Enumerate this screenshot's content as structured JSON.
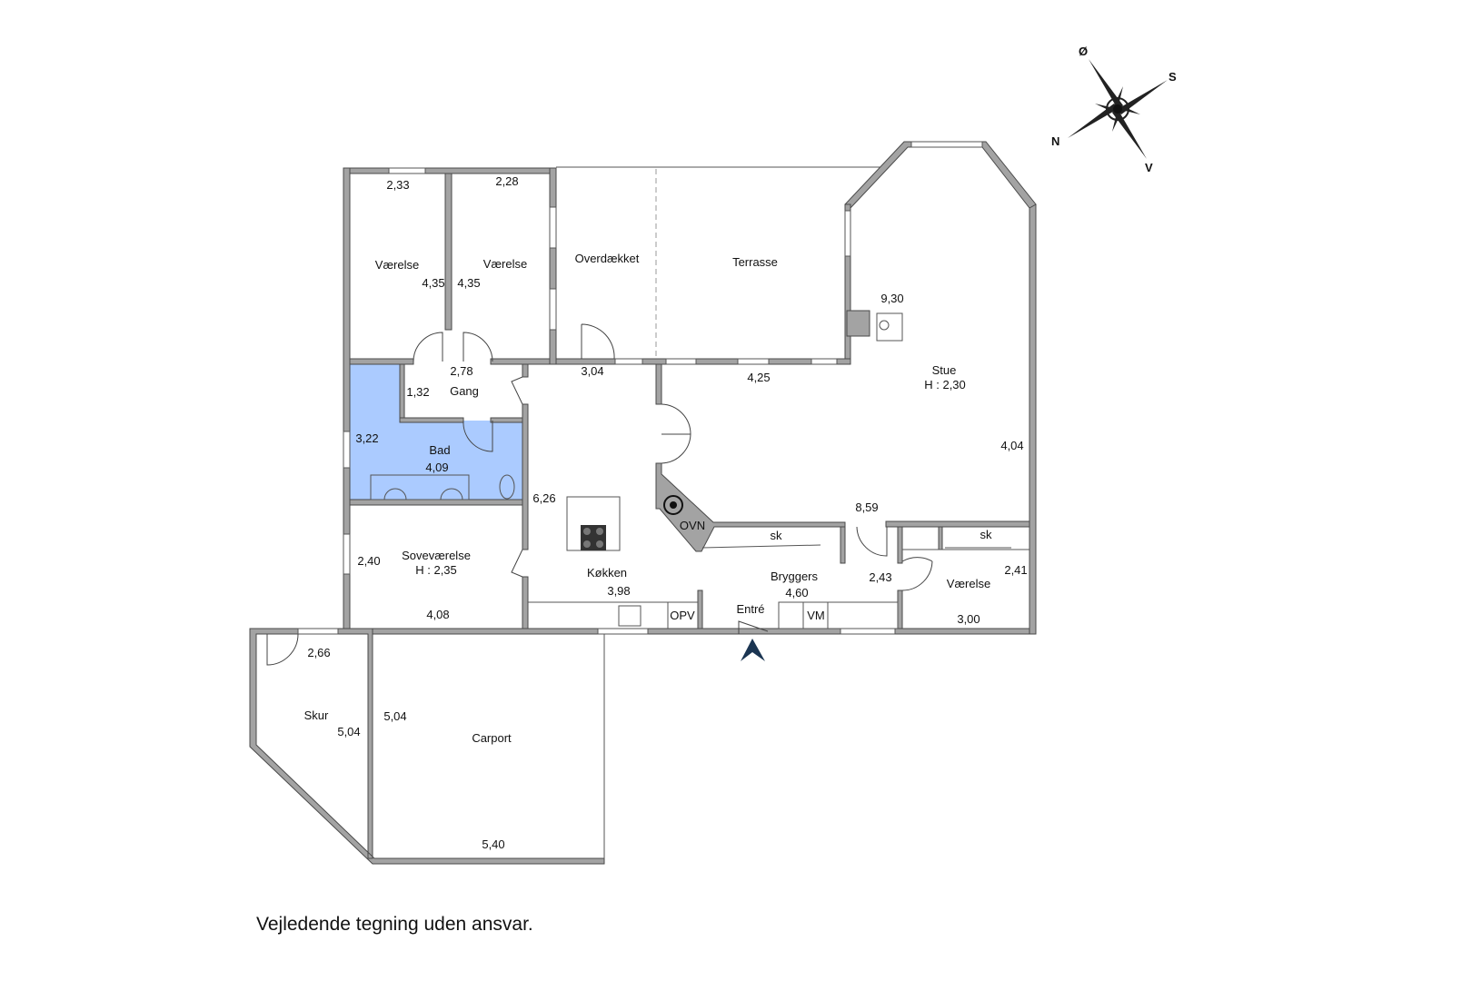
{
  "rooms": {
    "vaerelse1": {
      "name": "Værelse",
      "width": "2,33",
      "depth": "4,35"
    },
    "vaerelse2": {
      "name": "Værelse",
      "width": "2,28",
      "depth": "4,35"
    },
    "overdaekket": {
      "name": "Overdækket",
      "width": "3,04"
    },
    "terrasse": {
      "name": "Terrasse",
      "width": "4,25"
    },
    "stue": {
      "name": "Stue",
      "height": "H : 2,30",
      "width": "9,30",
      "depth": "4,04"
    },
    "gang": {
      "name": "Gang",
      "width": "2,78",
      "depth": "1,32"
    },
    "bad": {
      "name": "Bad",
      "width": "4,09",
      "depth": "3,22"
    },
    "soevaerelse": {
      "name": "Soveværelse",
      "height": "H : 2,35",
      "width": "4,08",
      "depth": "2,40"
    },
    "koekken": {
      "name": "Køkken",
      "width": "3,98",
      "depth": "6,26"
    },
    "bryggers": {
      "name": "Bryggers",
      "width": "4,60",
      "depth": "2,43",
      "extra": "8,59"
    },
    "vaerelse3": {
      "name": "Værelse",
      "width": "3,00",
      "depth": "2,41"
    },
    "entre": {
      "name": "Entré"
    },
    "skur": {
      "name": "Skur",
      "width": "2,66",
      "depth": "5,04"
    },
    "carport": {
      "name": "Carport",
      "width": "5,40",
      "depth": "5,04"
    }
  },
  "fixtures": {
    "oven": "OVN",
    "closet": "sk",
    "dishwasher": "OPV",
    "washer": "VM"
  },
  "compass": {
    "n": "N",
    "s": "S",
    "o": "Ø",
    "v": "V"
  },
  "colors": {
    "bath": "#abcbff",
    "wall": "#a3a3a3",
    "entrance_arrow": "#1b3552"
  },
  "disclaimer": "Vejledende tegning uden ansvar."
}
